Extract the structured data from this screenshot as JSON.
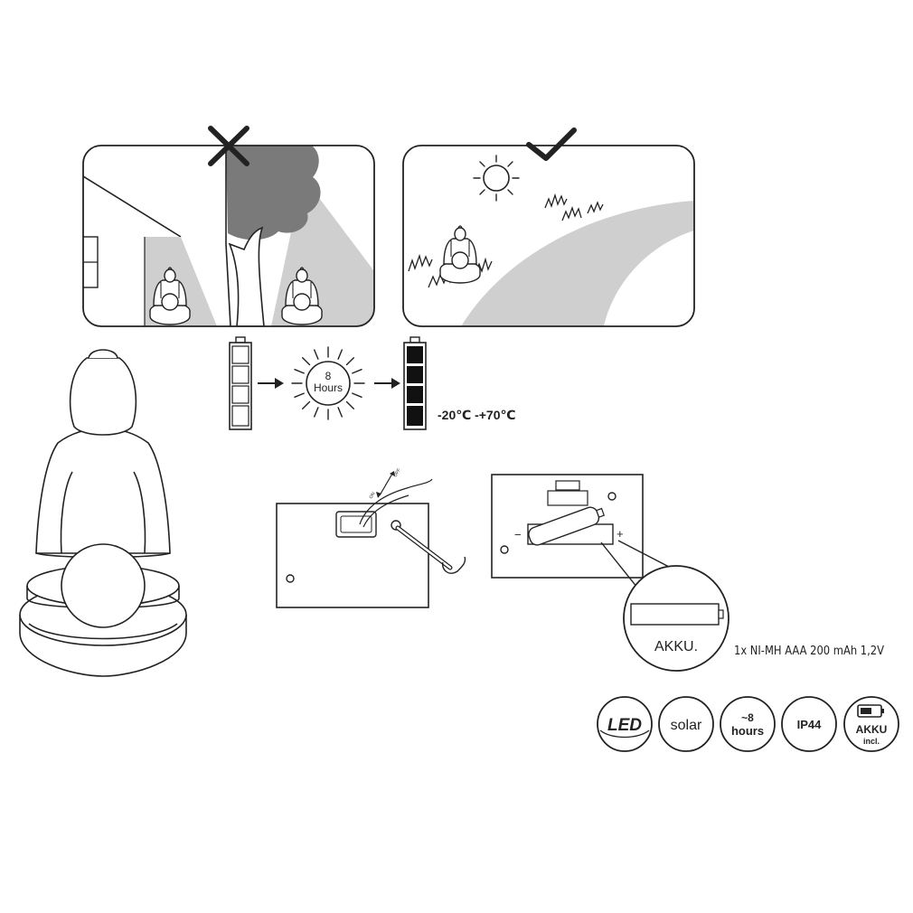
{
  "charge": {
    "duration_value": "8",
    "duration_unit": "Hours",
    "temperature_range": "-20℃ -+70℃"
  },
  "switch": {
    "on_label": "ON",
    "off_label": "OFF"
  },
  "battery": {
    "magnifier_label": "AKKU.",
    "minus_label": "−",
    "plus_label": "+",
    "spec": "1x NI-MH AAA 200 mAh 1,2V"
  },
  "badges": [
    {
      "line1": "LED"
    },
    {
      "line1": "solar"
    },
    {
      "line1": "~8",
      "line2": "hours"
    },
    {
      "line1": "IP44"
    },
    {
      "line1": "AKKU",
      "line2": "incl."
    }
  ],
  "icons": {
    "bad_placement": "cross-icon",
    "good_placement": "check-icon",
    "sun": "sun-icon"
  },
  "colors": {
    "stroke": "#222222",
    "shade": "#cfcfcf",
    "tree": "#7a7a7a",
    "battery_fill": "#111111"
  }
}
